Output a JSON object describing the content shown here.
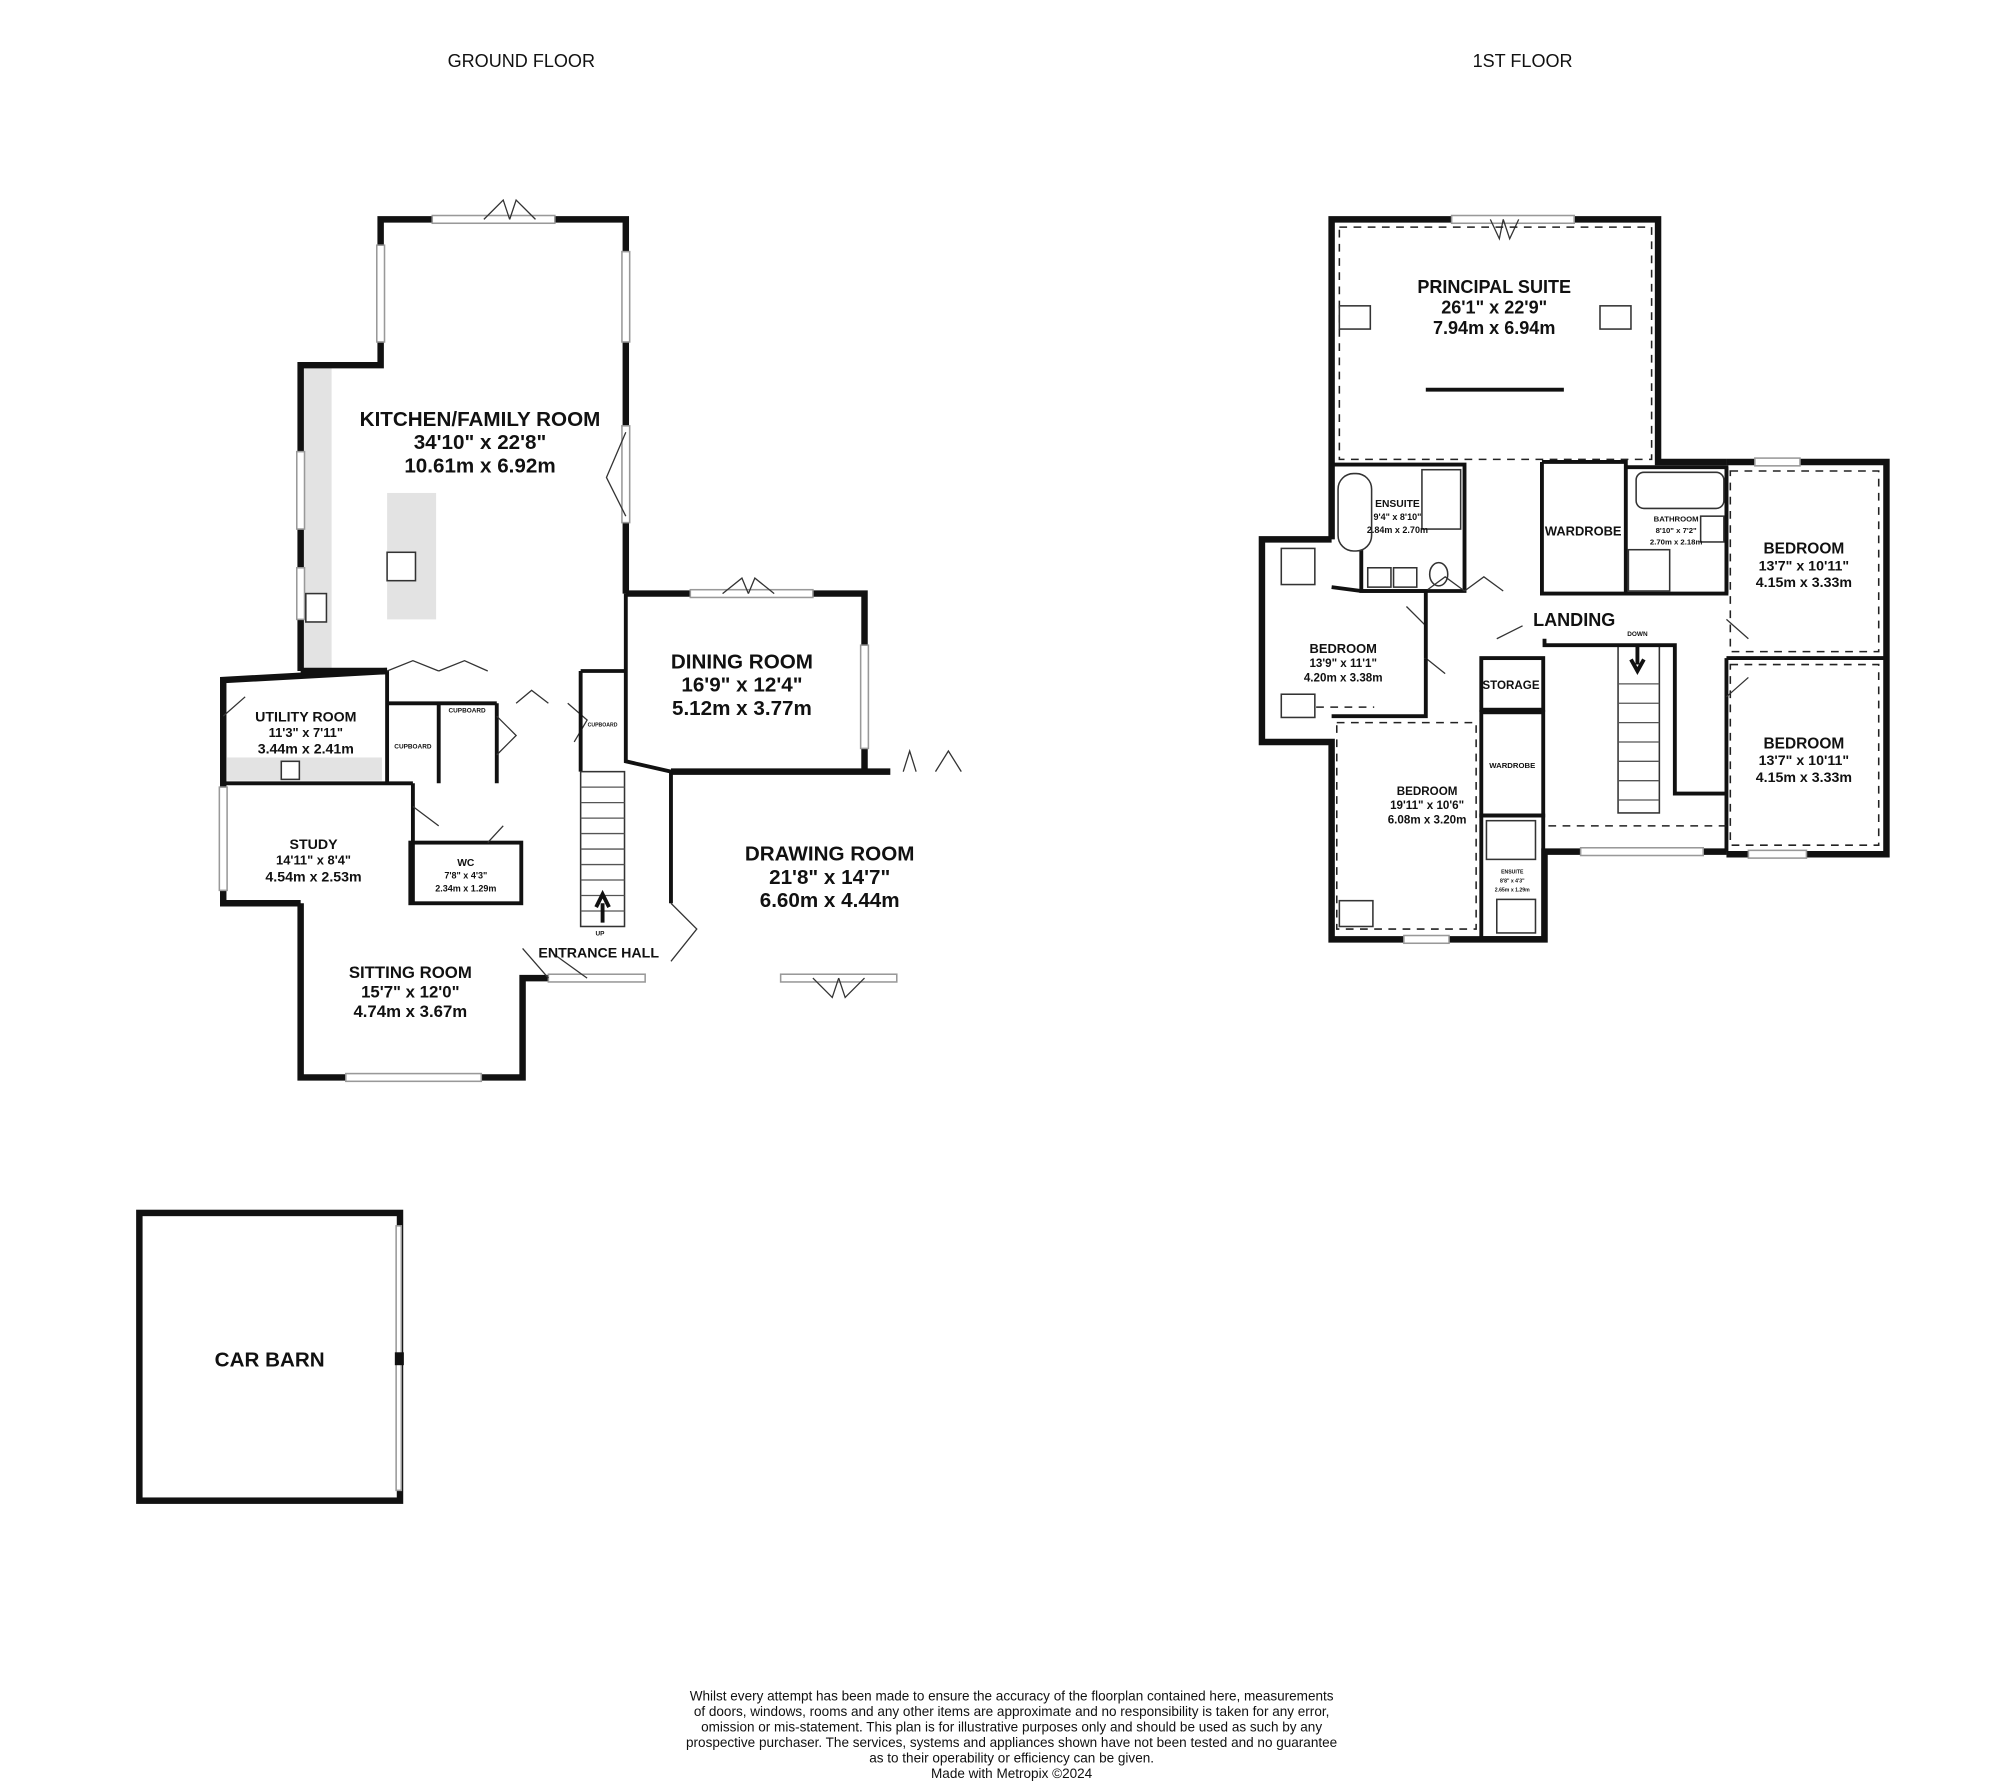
{
  "floors": {
    "ground": {
      "title": "GROUND FLOOR",
      "rooms": [
        {
          "name": "KITCHEN/FAMILY ROOM",
          "imperial": "34'10\"  x 22'8\"",
          "metric": "10.61m  x 6.92m"
        },
        {
          "name": "DINING ROOM",
          "imperial": "16'9\"  x 12'4\"",
          "metric": "5.12m  x 3.77m"
        },
        {
          "name": "DRAWING ROOM",
          "imperial": "21'8\"  x 14'7\"",
          "metric": "6.60m  x 4.44m"
        },
        {
          "name": "UTILITY ROOM",
          "imperial": "11'3\"  x 7'11\"",
          "metric": "3.44m  x 2.41m"
        },
        {
          "name": "STUDY",
          "imperial": "14'11\"  x 8'4\"",
          "metric": "4.54m  x 2.53m"
        },
        {
          "name": "WC",
          "imperial": "7'8\"  x 4'3\"",
          "metric": "2.34m  x 1.29m"
        },
        {
          "name": "SITTING ROOM",
          "imperial": "15'7\"  x 12'0\"",
          "metric": "4.74m  x 3.67m"
        }
      ],
      "labels": {
        "entrance_hall": "ENTRANCE HALL",
        "cupboard": "CUPBOARD",
        "up": "UP"
      }
    },
    "first": {
      "title": "1ST FLOOR",
      "rooms": [
        {
          "name": "PRINCIPAL SUITE",
          "imperial": "26'1\"  x 22'9\"",
          "metric": "7.94m  x 6.94m"
        },
        {
          "name": "ENSUITE",
          "imperial": "9'4\"  x 8'10\"",
          "metric": "2.84m  x 2.70m"
        },
        {
          "name": "BATHROOM",
          "imperial": "8'10\"  x 7'2\"",
          "metric": "2.70m  x 2.18m"
        },
        {
          "name": "BEDROOM",
          "imperial": "13'7\"  x 10'11\"",
          "metric": "4.15m  x 3.33m"
        },
        {
          "name": "BEDROOM",
          "imperial": "13'9\"  x 11'1\"",
          "metric": "4.20m  x 3.38m"
        },
        {
          "name": "BEDROOM",
          "imperial": "19'11\"  x 10'6\"",
          "metric": "6.08m  x 3.20m"
        },
        {
          "name": "BEDROOM",
          "imperial": "13'7\"  x 10'11\"",
          "metric": "4.15m  x 3.33m"
        },
        {
          "name": "ENSUITE",
          "imperial": "8'8\"  x 4'3\"",
          "metric": "2.65m  x 1.29m"
        }
      ],
      "labels": {
        "landing": "LANDING",
        "wardrobe": "WARDROBE",
        "storage": "STORAGE",
        "down": "DOWN"
      }
    },
    "outbuilding": {
      "name": "CAR BARN"
    }
  },
  "disclaimer": [
    "Whilst every attempt has been made to ensure the accuracy of the floorplan contained here, measurements",
    "of doors, windows, rooms and any other items are approximate and no responsibility is taken for any error,",
    "omission or mis-statement. This plan is for illustrative purposes only and should be used as such by any",
    "prospective purchaser. The services, systems and appliances shown have not been tested and no guarantee",
    "as to their operability or efficiency can be given.",
    "Made with Metropix ©2024"
  ]
}
